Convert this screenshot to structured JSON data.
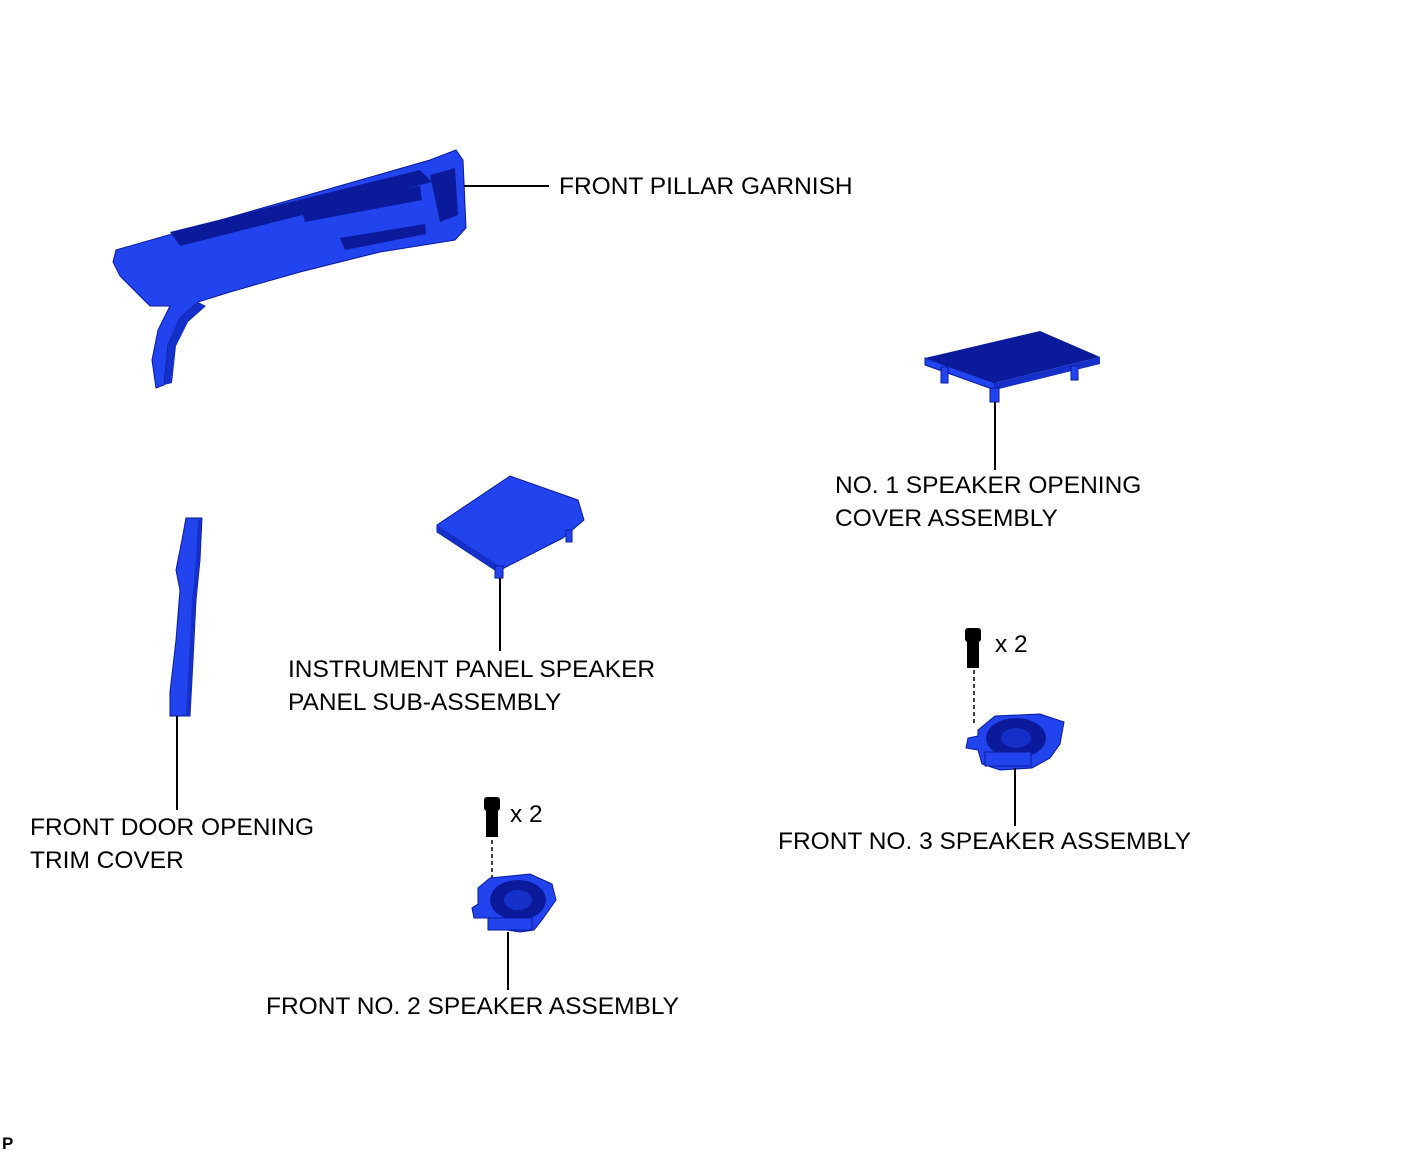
{
  "colors": {
    "part_fill": "#2244ee",
    "part_dark": "#0a1a9a",
    "part_shade": "#1530c8",
    "leader": "#000000"
  },
  "parts": {
    "front_pillar_garnish": {
      "label": "FRONT PILLAR GARNISH"
    },
    "no1_speaker_cover": {
      "label_line1": "NO. 1 SPEAKER OPENING",
      "label_line2": "COVER ASSEMBLY"
    },
    "instrument_panel_speaker_panel": {
      "label_line1": "INSTRUMENT PANEL SPEAKER",
      "label_line2": "PANEL SUB-ASSEMBLY"
    },
    "front_door_opening_trim": {
      "label_line1": "FRONT DOOR OPENING",
      "label_line2": "TRIM COVER"
    },
    "front_no2_speaker": {
      "label": "FRONT NO. 2 SPEAKER ASSEMBLY",
      "screw_qty": "x 2"
    },
    "front_no3_speaker": {
      "label": "FRONT NO. 3 SPEAKER ASSEMBLY",
      "screw_qty": "x 2"
    }
  },
  "corner_mark": "P"
}
